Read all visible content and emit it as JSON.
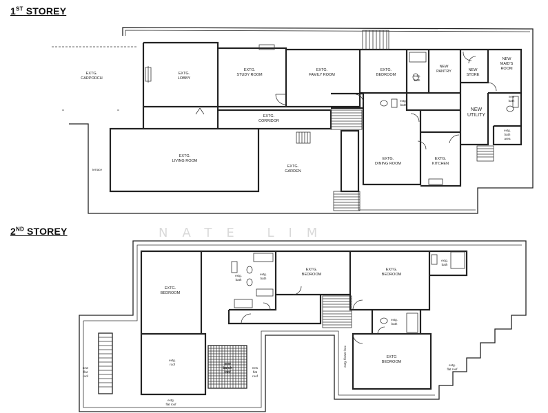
{
  "headings": {
    "first_storey": {
      "prefix": "1",
      "sup": "ST",
      "suffix": " STOREY"
    },
    "second_storey": {
      "prefix": "2",
      "sup": "ND",
      "suffix": " STOREY"
    }
  },
  "watermark": "NATE LIM",
  "first_storey_labels": {
    "carporch": [
      "EXTG.",
      "CARPORCH"
    ],
    "lobby": [
      "EXTG.",
      "LOBBY"
    ],
    "study": [
      "EXTG.",
      "STUDY ROOM"
    ],
    "family": [
      "EXTG.",
      "FAMILY ROOM"
    ],
    "bedroom": [
      "EXTG.",
      "BEDROOM"
    ],
    "pantry": [
      "NEW",
      "PANTRY"
    ],
    "store": [
      "NEW",
      "STORE"
    ],
    "maids": [
      "NEW",
      "MAID'S",
      "ROOM"
    ],
    "corridor": [
      "EXTG.",
      "CORRIDOR"
    ],
    "utility": [
      "NEW",
      "UTILITY"
    ],
    "living": [
      "EXTG.",
      "LIVING ROOM"
    ],
    "garden": [
      "EXTG.",
      "GARDEN"
    ],
    "dining": [
      "EXTG.",
      "DINING ROOM"
    ],
    "kitchen": [
      "EXTG.",
      "KITCHEN"
    ],
    "bath_a": [
      "extg.",
      "bath"
    ],
    "bath_b": [
      "new",
      "bath"
    ],
    "bath_c": [
      "extg.",
      "bath"
    ],
    "bath_d": [
      "extg.",
      "bath",
      "area"
    ],
    "terrace": "terrace"
  },
  "second_storey_labels": {
    "bed_left": [
      "EXTG.",
      "BEDROOM"
    ],
    "bed_mid": [
      "EXTG.",
      "BEDROOM"
    ],
    "bed_right": [
      "EXTG.",
      "BEDROOM"
    ],
    "bed_bottom": [
      "EXTG",
      "BEDROOM"
    ],
    "bath_a": [
      "extg.",
      "bath"
    ],
    "bath_b": [
      "extg.",
      "bath"
    ],
    "bath_c": [
      "extg.",
      "bath"
    ],
    "bath_d": [
      "extg.",
      "bath"
    ],
    "roof_mid": [
      "extg.",
      "roof"
    ],
    "batch_roof": [
      "new",
      "batch",
      "roof"
    ],
    "flat_roof_left": [
      "new",
      "flat",
      "roof"
    ],
    "flat_roof_mid": [
      "new",
      "flat",
      "roof"
    ],
    "flat_roof_bottom": [
      "extg.",
      "flat roof"
    ],
    "flat_roof_right": [
      "extg.",
      "flat roof"
    ],
    "flower_box": "extg. flower box"
  }
}
